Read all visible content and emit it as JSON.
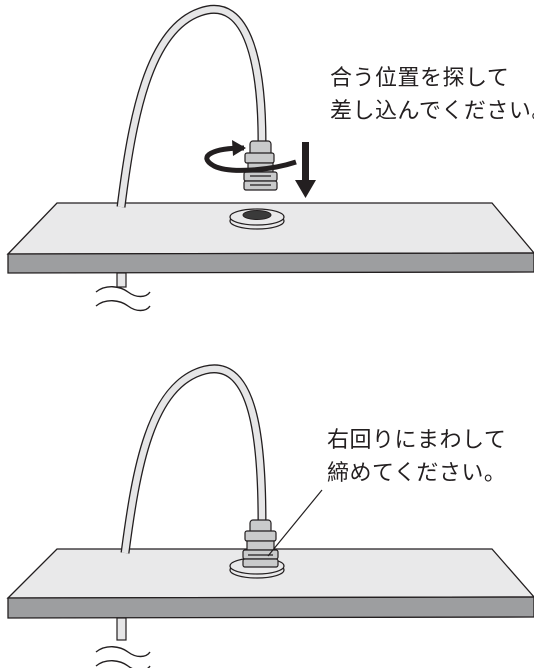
{
  "step1": {
    "instruction_line1": "合う位置を探して",
    "instruction_line2": "差し込んでください。"
  },
  "step2": {
    "instruction_line1": "右回りにまわして",
    "instruction_line2": "締めてください。"
  },
  "colors": {
    "stroke": "#231f20",
    "board_top": "#e9e9ea",
    "board_edge": "#9d9ea0",
    "cable_fill": "#e6e6e7",
    "connector_fill": "#c9cacb",
    "socket_dark": "#3a3a3a"
  }
}
